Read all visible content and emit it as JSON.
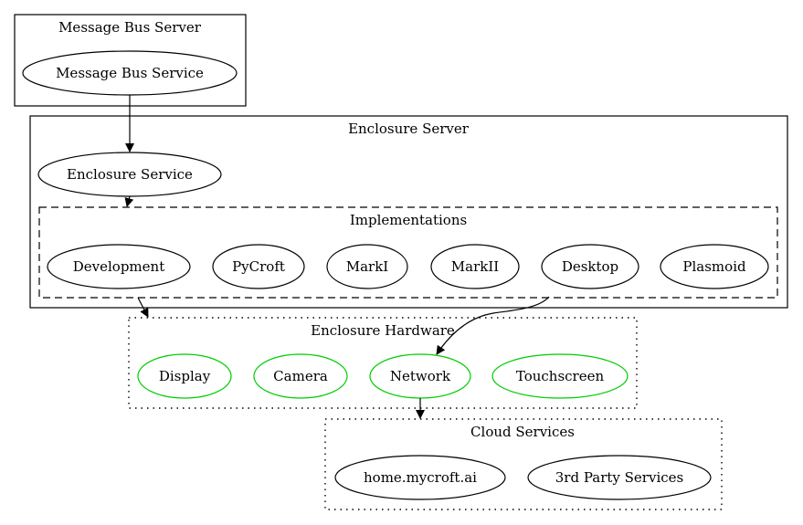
{
  "clusters": {
    "message_bus_server": {
      "label": "Message Bus Server"
    },
    "enclosure_server": {
      "label": "Enclosure Server"
    },
    "implementations": {
      "label": "Implementations"
    },
    "enclosure_hardware": {
      "label": "Enclosure Hardware"
    },
    "cloud_services": {
      "label": "Cloud Services"
    }
  },
  "nodes": {
    "message_bus_service": {
      "label": "Message Bus Service",
      "color": "#000000"
    },
    "enclosure_service": {
      "label": "Enclosure Service",
      "color": "#000000"
    },
    "development": {
      "label": "Development",
      "color": "#000000"
    },
    "pycroft": {
      "label": "PyCroft",
      "color": "#000000"
    },
    "mark1": {
      "label": "MarkI",
      "color": "#000000"
    },
    "mark2": {
      "label": "MarkII",
      "color": "#000000"
    },
    "desktop": {
      "label": "Desktop",
      "color": "#000000"
    },
    "plasmoid": {
      "label": "Plasmoid",
      "color": "#000000"
    },
    "display": {
      "label": "Display",
      "color": "#00cc00"
    },
    "camera": {
      "label": "Camera",
      "color": "#00cc00"
    },
    "network": {
      "label": "Network",
      "color": "#00cc00"
    },
    "touchscreen": {
      "label": "Touchscreen",
      "color": "#00cc00"
    },
    "home_mycroft": {
      "label": "home.mycroft.ai",
      "color": "#000000"
    },
    "third_party": {
      "label": "3rd Party Services",
      "color": "#000000"
    }
  },
  "edges": [
    {
      "from": "message_bus_service",
      "to": "enclosure_service"
    },
    {
      "from": "enclosure_service",
      "to": "implementations"
    },
    {
      "from": "development",
      "to": "enclosure_hardware"
    },
    {
      "from": "desktop",
      "to": "network"
    },
    {
      "from": "network",
      "to": "cloud_services"
    }
  ]
}
